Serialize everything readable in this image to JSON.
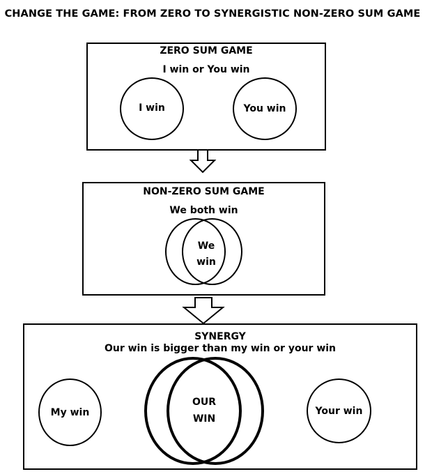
{
  "title": "CHANGE THE GAME: FROM ZERO TO SYNERGISTIC  NON-ZERO SUM GAME",
  "zero_sum": {
    "heading": "ZERO SUM GAME",
    "subheading": "I win or You win",
    "left_circle": "I win",
    "right_circle": "You win"
  },
  "non_zero_sum": {
    "heading": "NON-ZERO SUM GAME",
    "subheading": "We both win",
    "overlap_line1": "We",
    "overlap_line2": "win"
  },
  "synergy": {
    "heading": "SYNERGY",
    "subheading": "Our win is bigger than my win or your win",
    "left_circle": "My win",
    "overlap_line1": "OUR",
    "overlap_line2": "WIN",
    "right_circle": "Your win"
  }
}
